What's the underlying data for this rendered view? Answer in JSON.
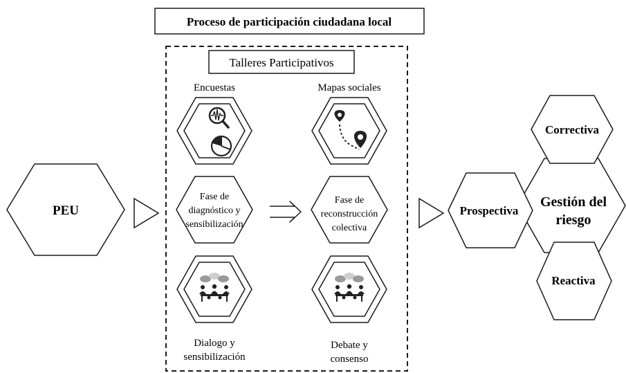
{
  "title": "Proceso de participación ciudadana local",
  "workshops_title": "Talleres Participativos",
  "peu": "PEU",
  "left_column": {
    "top_label": "Encuestas",
    "phase": [
      "Fase de",
      "diagnóstico y",
      "sensibilización"
    ],
    "bottom_label": [
      "Dialogo y",
      "sensibilización"
    ]
  },
  "right_column": {
    "top_label": "Mapas sociales",
    "phase": [
      "Fase de",
      "reconstrucción",
      "colectiva"
    ],
    "bottom_label": [
      "Debate y",
      "consenso"
    ]
  },
  "risk": {
    "center": [
      "Gestión del",
      "riesgo"
    ],
    "correctiva": "Correctiva",
    "prospectiva": "Prospectiva",
    "reactiva": "Reactiva"
  },
  "icons": {
    "surveys": "survey-search-chart-icon",
    "maps": "map-pins-route-icon",
    "meeting": "meeting-people-icon"
  },
  "colors": {
    "stroke": "#1a1a1a",
    "text": "#000000",
    "icon": "#222222",
    "bubble_gray": "#9a9a9a",
    "bubble_light": "#cfcfcf"
  }
}
